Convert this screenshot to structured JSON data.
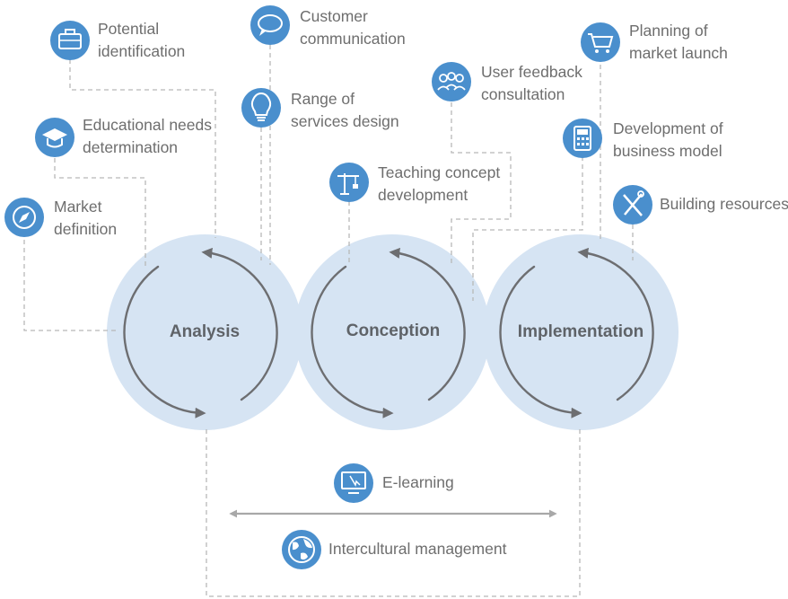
{
  "phases": {
    "analysis": "Analysis",
    "conception": "Conception",
    "implementation": "Implementation"
  },
  "items": {
    "potential_identification": [
      "Potential",
      "identification"
    ],
    "educational_needs": [
      "Educational needs",
      "determination"
    ],
    "market_definition": [
      "Market",
      "definition"
    ],
    "customer_communication": [
      "Customer",
      "communication"
    ],
    "range_of_services": [
      "Range of",
      "services design"
    ],
    "teaching_concept": [
      "Teaching concept",
      "development"
    ],
    "user_feedback": [
      "User feedback",
      "consultation"
    ],
    "planning_market_launch": [
      "Planning of",
      "market launch"
    ],
    "business_model": [
      "Development of",
      "business model"
    ],
    "building_resources": [
      "Building resources"
    ],
    "e_learning": [
      "E-learning"
    ],
    "intercultural_management": [
      "Intercultural management"
    ]
  },
  "icons": {
    "potential_identification": "briefcase-icon",
    "educational_needs": "graduation-cap-icon",
    "market_definition": "compass-icon",
    "customer_communication": "speech-bubble-icon",
    "range_of_services": "lightbulb-icon",
    "teaching_concept": "crane-icon",
    "user_feedback": "user-group-icon",
    "planning_market_launch": "shopping-cart-icon",
    "business_model": "calculator-icon",
    "building_resources": "tools-icon",
    "e_learning": "computer-monitor-icon",
    "intercultural_management": "globe-icon"
  },
  "colors": {
    "circle_fill": "#d6e4f3",
    "icon_fill": "#4a8fcd",
    "arrow": "#6d6e71",
    "connector": "#b3b3b3",
    "text": "#6e6e6e"
  }
}
